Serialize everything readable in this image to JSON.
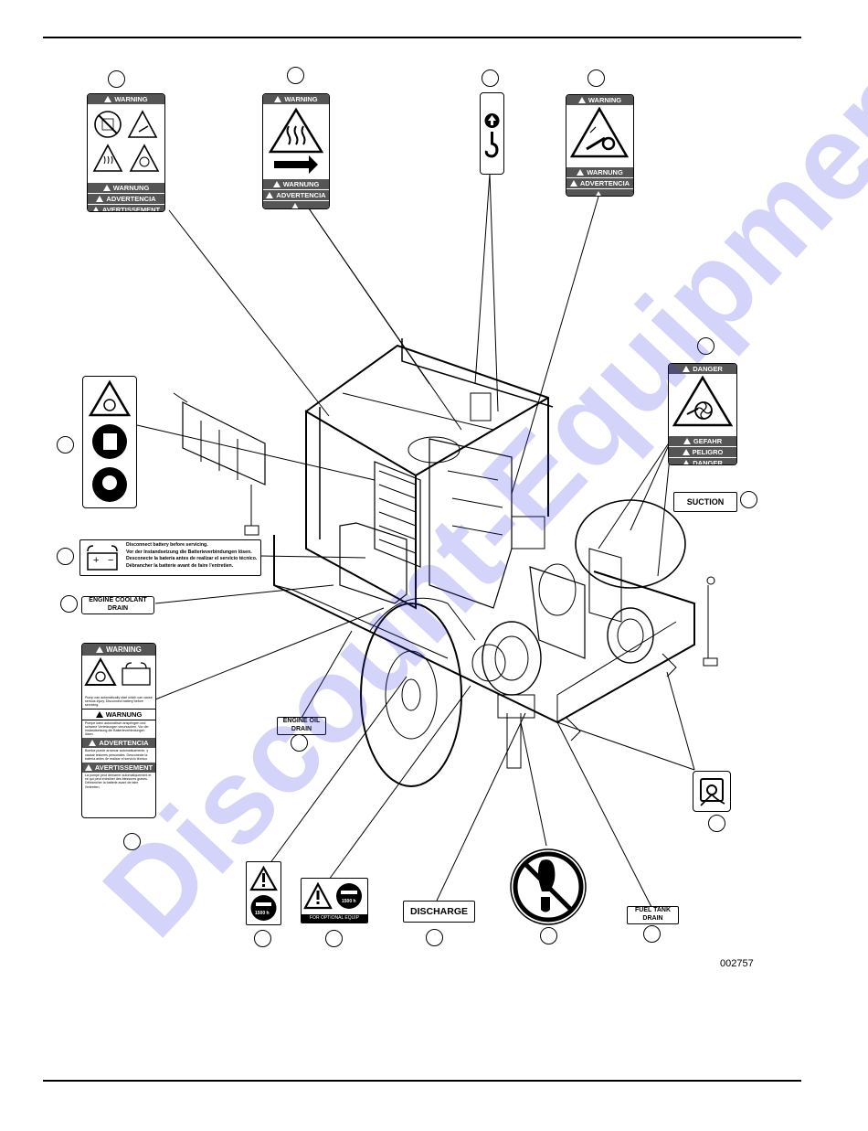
{
  "labels": {
    "warning": "WARNING",
    "warnung": "WARNUNG",
    "advertencia": "ADVERTENCIA",
    "avertissement": "AVERTISSEMENT",
    "danger": "DANGER",
    "gefahr": "GEFAHR",
    "peligro": "PELIGRO",
    "suction": "SUCTION",
    "discharge": "DISCHARGE",
    "engine_coolant_drain_1": "ENGINE COOLANT",
    "engine_coolant_drain_2": "DRAIN",
    "engine_oil_drain_1": "ENGINE OIL",
    "engine_oil_drain_2": "DRAIN",
    "fuel_tank_drain_1": "FUEL TANK",
    "fuel_tank_drain_2": "DRAIN",
    "optional_equip": "FOR OPTIONAL EQUIP",
    "service_hours": "1500 h",
    "battery_plus": "+",
    "battery_minus": "−"
  },
  "battery_notice": [
    "Disconnect battery before servicing.",
    "Vor der Instandsetzung die Batterieverbindungen lösen.",
    "Desconecte la batería antes de realizar el servicio técnico.",
    "Débrancher la batterie avant de faire l'entretien."
  ],
  "autostart_label": {
    "en": "Pump can automatically start which can cause serious injury. Disconnect battery before servicing.",
    "de": "Pumpe kann automatisch anspringen und schwere Verletzungen verursachen. Vor der Instandsetzung die Batterieverbindungen lösen.",
    "es": "Bomba puede arrancar automáticamente, y causar lesiones personales. Desconecte la batería antes de realizar el servicio técnico.",
    "fr": "La pompe peut démarrer automatiquement et ce qui peut entraîner des blessures graves. Débrancher la batterie avant de faire l'entretien."
  },
  "figure_code": "002757",
  "watermark": "Discount-Equipment.com",
  "colors": {
    "decal_bar": "#555555",
    "watermark": "#3c3ce6"
  }
}
